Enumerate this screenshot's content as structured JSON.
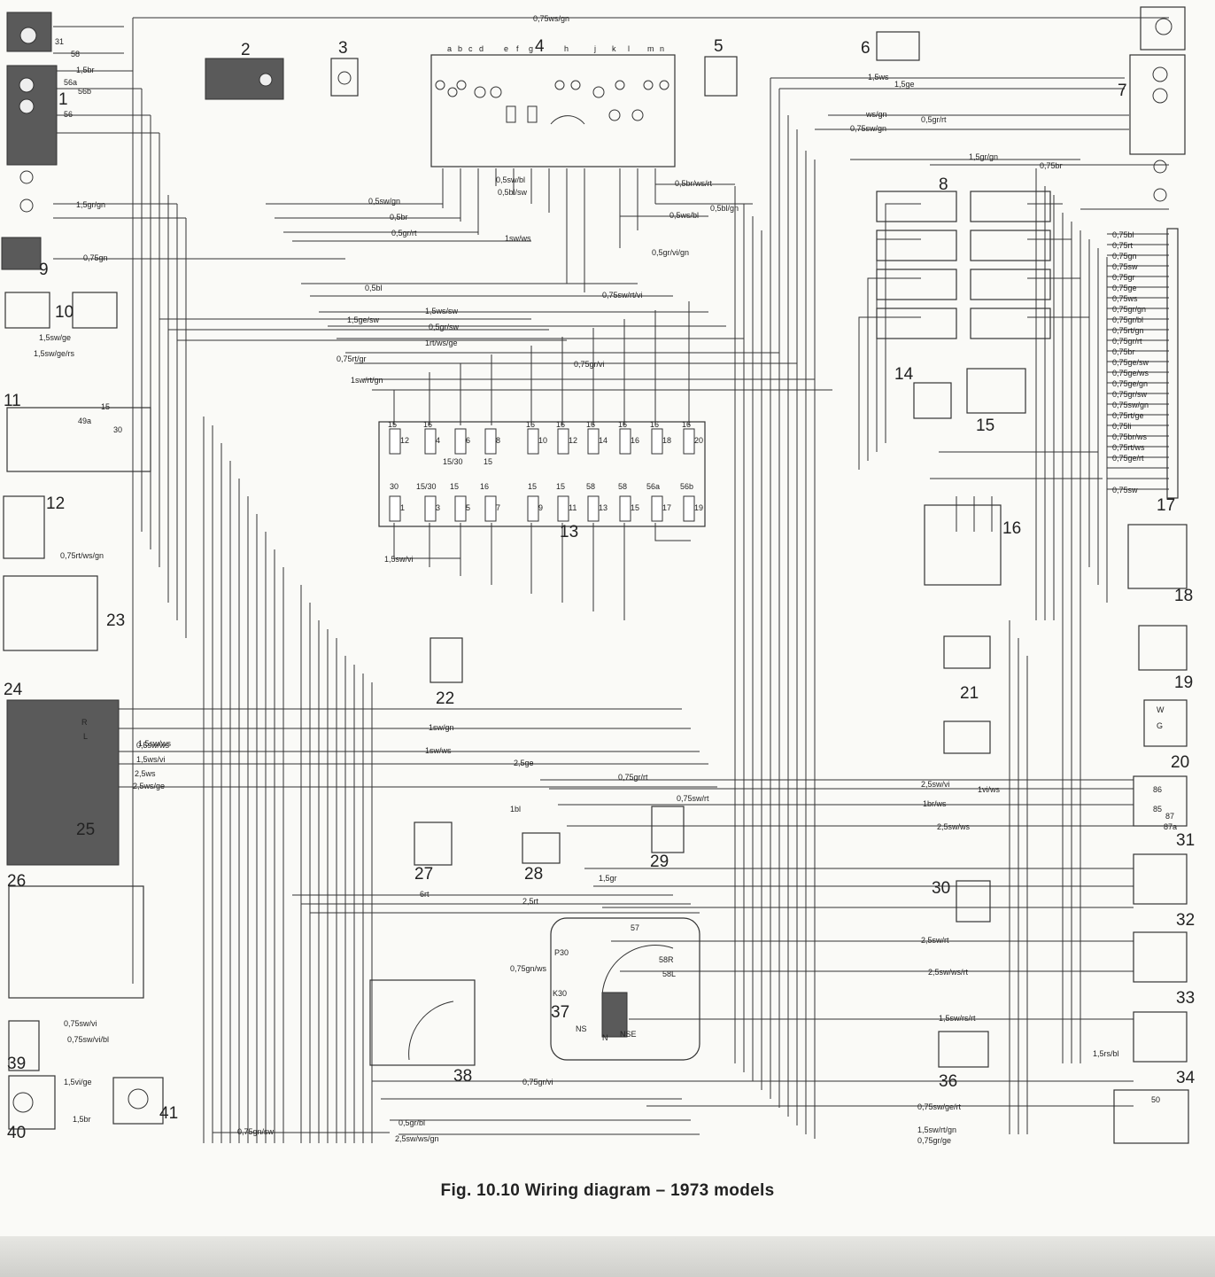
{
  "caption": "Fig. 10.10 Wiring diagram – 1973 models",
  "top_letters": [
    "a",
    "b",
    "c",
    "d",
    "e",
    "f",
    "g",
    "h",
    "j",
    "k",
    "l",
    "m",
    "n"
  ],
  "fuse_box_labels": [
    [
      "15",
      "12"
    ],
    [
      "16",
      "4"
    ],
    [
      "15/30",
      "6"
    ],
    [
      "15",
      "8"
    ],
    [
      "16",
      "10"
    ],
    [
      "16",
      "12"
    ],
    [
      "16",
      "14"
    ],
    [
      "16",
      "16"
    ],
    [
      "16",
      "18"
    ],
    [
      "16",
      "20"
    ],
    [
      "30",
      "1"
    ],
    [
      "15/30",
      "3"
    ],
    [
      "15",
      "5"
    ],
    [
      "16",
      "7"
    ],
    [
      "15",
      "9"
    ],
    [
      "15",
      "11"
    ],
    [
      "58",
      "13"
    ],
    [
      "58",
      "15"
    ],
    [
      "56a",
      "17"
    ],
    [
      "56b",
      "19"
    ]
  ],
  "component_numbers": [
    "1",
    "2",
    "3",
    "4",
    "5",
    "6",
    "7",
    "8",
    "9",
    "10",
    "11",
    "12",
    "13",
    "14",
    "15",
    "16",
    "17",
    "18",
    "19",
    "20",
    "21",
    "22",
    "23",
    "24",
    "25",
    "26",
    "27",
    "28",
    "29",
    "30",
    "31",
    "32",
    "33",
    "34",
    "36",
    "37",
    "38",
    "39",
    "40",
    "41"
  ],
  "wire_labels": [
    "0,75ws/gn",
    "1,5ws",
    "1,5ge",
    "ws/gn",
    "0,5gr/rt",
    "0,75sw/gn",
    "1,5gr/gn",
    "0,75br",
    "0,5sw/bl",
    "0,5bl/sw",
    "0,5br/ws/rt",
    "0,5ws/bl",
    "0,5bl/gn",
    "0,5sw/gn",
    "0,5br",
    "0,5gr/rt",
    "1sw/ws",
    "0,5gr/vi/gn",
    "0,5bl",
    "0,75sw/rt/vi",
    "1,5ge/sw",
    "1,5ws/sw",
    "0,5gr/sw",
    "1rt/ws/ge",
    "0,75rt/gr",
    "0,75gr/vi",
    "1sw/rt/gn",
    "1,5sw/vi",
    "1sw/gn",
    "1sw/ws",
    "2,5ge",
    "0,75gr/rt",
    "0,75sw/rt",
    "1bl",
    "1,5gr",
    "6rt",
    "2,5rt",
    "2,5sw/vi",
    "1vi/ws",
    "1br/ws",
    "2,5sw/ws",
    "2,5sw/rt",
    "2,5sw/ws/rt",
    "1,5sw/rs/rt",
    "1,5rs/bl",
    "0,75gn/ws",
    "0,75gr/vi",
    "0,75sw/ge/rt",
    "1,5sw/rt/gn",
    "0,75gr/ge",
    "0,5gr/bl",
    "2,5sw/ws/gn",
    "0,75gn/sw",
    "1,5gr/gn",
    "1,5br",
    "0,75gn",
    "0,75sw/vi",
    "0,75sw/vi/bl",
    "1,5vi/ge",
    "0,75rt/ws/gn",
    "1,5sw/ws",
    "1,5ws/vi",
    "2,5ws",
    "2,5ws/ge",
    "0,5sw/ws",
    "1,5sw/ge",
    "1,5sw/ge/rs"
  ],
  "pin_labels": [
    "31",
    "58",
    "56a",
    "56b",
    "56",
    "1,5br",
    "R",
    "L",
    "49a",
    "15",
    "30",
    "K30",
    "P30",
    "NS",
    "N",
    "NSE",
    "58R",
    "58L",
    "57",
    "86",
    "85",
    "87",
    "87a",
    "50",
    "W",
    "G"
  ],
  "connector_17_wires": [
    "0,75bl",
    "0,75rt",
    "0,75gn",
    "0,75sw",
    "0,75gr",
    "0,75ge",
    "0,75ws",
    "0,75gr/gn",
    "0,75gr/bl",
    "0,75rt/gn",
    "0,75gr/rt",
    "0,75br",
    "0,75ge/sw",
    "0,75ge/ws",
    "0,75ge/gn",
    "0,75gr/sw",
    "0,75sw/gn",
    "0,75rt/ge",
    "0,75li",
    "0,75br/ws",
    "0,75rt/ws",
    "0,75ge/rt",
    "",
    "",
    "0,75sw"
  ],
  "colors": {
    "ink": "#333333",
    "paper": "#fafaf7",
    "shade": "#cfcfcb"
  }
}
